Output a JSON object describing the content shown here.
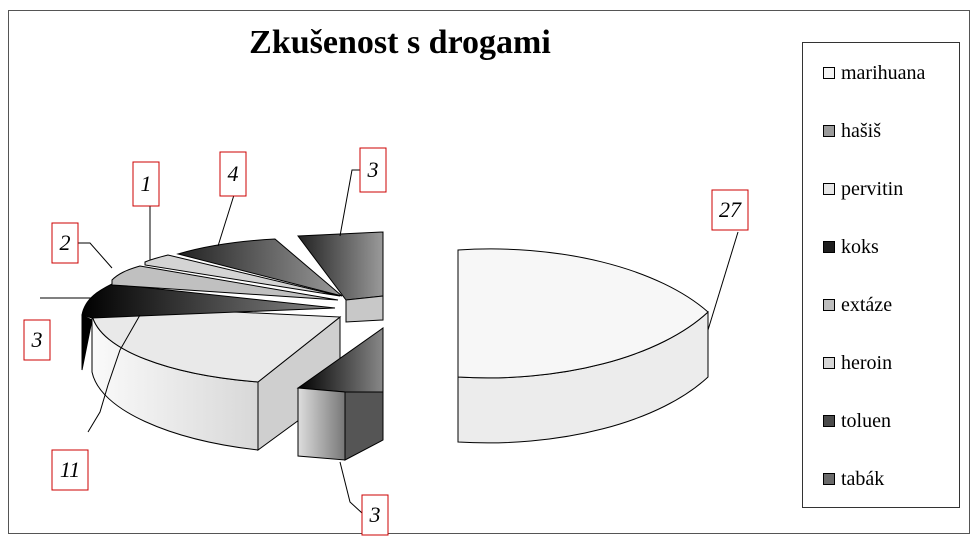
{
  "chart_data": {
    "type": "pie",
    "title": "Zkušenost s drogami",
    "legend_position": "right",
    "slices": [
      {
        "label": "marihuana",
        "value": 27,
        "color": "#f4f4f4"
      },
      {
        "label": "hašiš",
        "value": 3,
        "color": "#9a9a9a"
      },
      {
        "label": "pervitin",
        "value": 11,
        "color": "#e6e6e6"
      },
      {
        "label": "koks",
        "value": 3,
        "color": "#1e1e1e"
      },
      {
        "label": "extáze",
        "value": 2,
        "color": "#bdbdbd"
      },
      {
        "label": "heroin",
        "value": 1,
        "color": "#d6d6d6"
      },
      {
        "label": "toluen",
        "value": 4,
        "color": "#4a4a4a"
      },
      {
        "label": "tabák",
        "value": 3,
        "color": "#6a6a6a"
      }
    ]
  }
}
